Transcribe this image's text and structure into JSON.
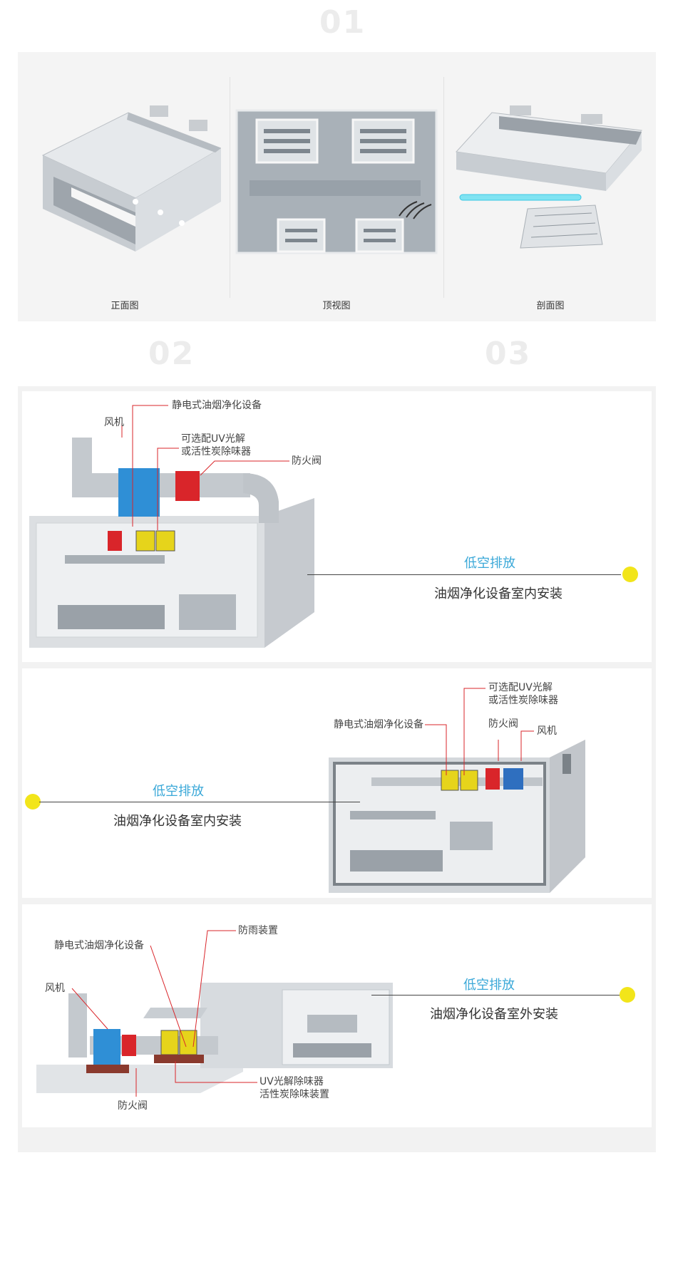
{
  "section_numbers": [
    "01",
    "02",
    "03"
  ],
  "views": {
    "front_label": "正面图",
    "top_label": "顶视图",
    "section_label": "剖面图"
  },
  "panel1": {
    "callout_esp": "静电式油烟净化设备",
    "callout_fan": "风机",
    "callout_uv_line1": "可选配UV光解",
    "callout_uv_line2": "或活性炭除味器",
    "callout_fire": "防火阀",
    "title_blue": "低空排放",
    "title_dark": "油烟净化设备室内安装"
  },
  "panel2": {
    "callout_uv_line1": "可选配UV光解",
    "callout_uv_line2": "或活性炭除味器",
    "callout_esp": "静电式油烟净化设备",
    "callout_fire": "防火阀",
    "callout_fan": "风机",
    "title_blue": "低空排放",
    "title_dark": "油烟净化设备室内安装"
  },
  "panel3": {
    "callout_rain": "防雨装置",
    "callout_esp": "静电式油烟净化设备",
    "callout_fan": "风机",
    "callout_uv_line1": "UV光解除味器",
    "callout_uv_line2": "活性炭除味装置",
    "callout_fire": "防火阀",
    "title_blue": "低空排放",
    "title_dark": "油烟净化设备室外安装"
  },
  "colors": {
    "blue_accent": "#3aa8d8",
    "yellow_dot": "#f2e51a",
    "callout_red": "#d9252a",
    "fan_blue": "#2f8fd6"
  }
}
